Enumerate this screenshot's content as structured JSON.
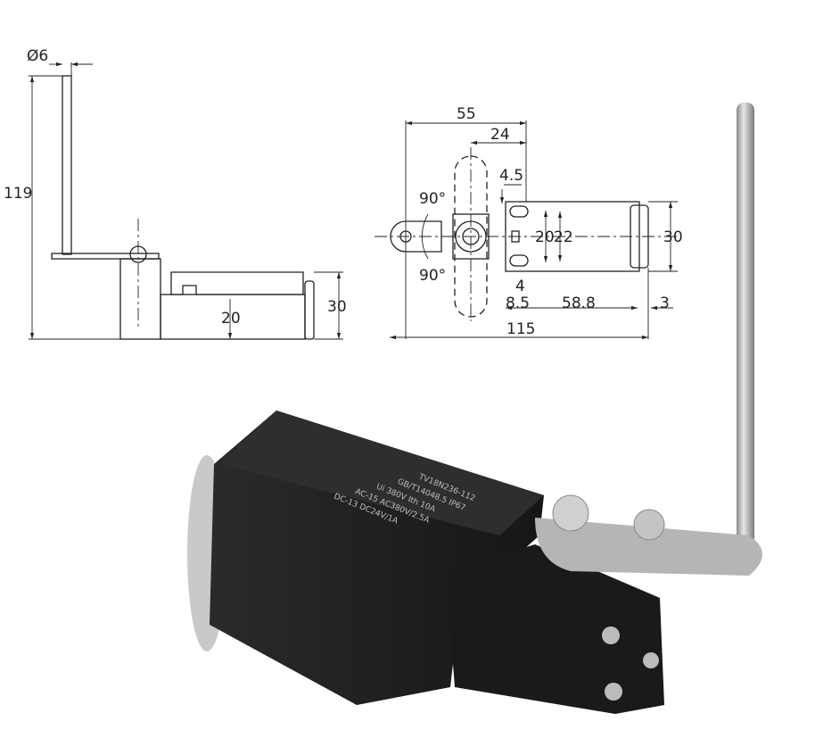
{
  "side_view": {
    "dimensions": {
      "diameter": "Ø6",
      "height": "119",
      "body_height": "30",
      "lever_offset": "20"
    }
  },
  "top_view": {
    "dimensions": {
      "width_55": "55",
      "width_24": "24",
      "slot_4_5": "4.5",
      "angle_up": "90°",
      "angle_down": "90°",
      "hole_spacing_20": "20",
      "hole_spacing_22": "22",
      "height_30": "30",
      "slot_4": "4",
      "offset_8_5": "8.5",
      "length_58_8": "58.8",
      "cap_3": "3",
      "total_115": "115"
    }
  },
  "product_photo": {
    "label_lines": [
      "TV18N236-112",
      "GB/T14048.5 IP67",
      "Ui 380V Ith 10A",
      "AC-15 AC380V/2.5A",
      "DC-13 DC24V/1A"
    ],
    "colors": {
      "body": "#1e1e1e",
      "rod": "#b9b9b9",
      "cap": "#c9c9c9"
    }
  }
}
